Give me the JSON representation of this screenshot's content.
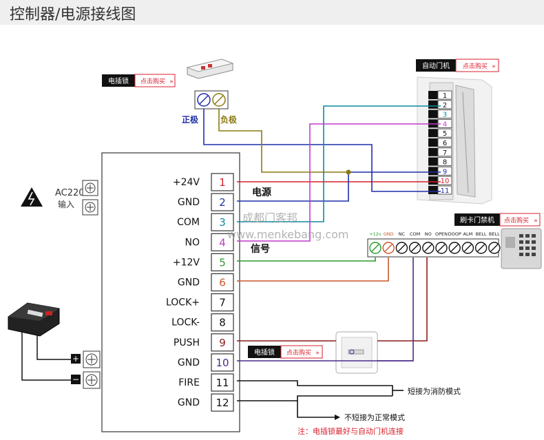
{
  "page": {
    "title": "控制器/电源接线图"
  },
  "badges": {
    "lock_top": {
      "name": "电插锁",
      "buy": "点击购买"
    },
    "door_opener": {
      "name": "自动门机",
      "buy": "点击购买"
    },
    "card_reader": {
      "name": "刷卡门禁机",
      "buy": "点击购买"
    },
    "lock_bottom": {
      "name": "电插锁",
      "buy": "点击购买"
    }
  },
  "lock": {
    "positive": "正极",
    "negative": "负极"
  },
  "power_input": {
    "label_line1": "AC220v",
    "label_line2": "输入",
    "plus": "+",
    "minus": "−"
  },
  "controller": {
    "terminals": [
      {
        "label": "+24V",
        "num": "1",
        "color": "#d81e2b"
      },
      {
        "label": "GND",
        "num": "2",
        "color": "#1f2fa8"
      },
      {
        "label": "COM",
        "num": "3",
        "color": "#0b8a9e"
      },
      {
        "label": "NO",
        "num": "4",
        "color": "#c23ac9"
      },
      {
        "label": "+12V",
        "num": "5",
        "color": "#2a9a2a"
      },
      {
        "label": "GND",
        "num": "6",
        "color": "#c9552a"
      },
      {
        "label": "LOCK+",
        "num": "7",
        "color": "#111111"
      },
      {
        "label": "LOCK-",
        "num": "8",
        "color": "#111111"
      },
      {
        "label": "PUSH",
        "num": "9",
        "color": "#8a1a1a"
      },
      {
        "label": "GND",
        "num": "10",
        "color": "#4a2a8a"
      },
      {
        "label": "FIRE",
        "num": "11",
        "color": "#111111"
      },
      {
        "label": "GND",
        "num": "12",
        "color": "#111111"
      }
    ]
  },
  "labels": {
    "power": "电源",
    "signal": "信号",
    "fire_short": "短接为消防模式",
    "normal": "不短接为正常模式",
    "note": "注：电插锁最好与自动门机连接"
  },
  "watermark": {
    "line1": "成都门客邦",
    "line2": "www.menkebang.com"
  },
  "door_opener": {
    "terminals": [
      "1",
      "2",
      "3",
      "4",
      "5",
      "6",
      "7",
      "8",
      "9",
      "10",
      "11"
    ],
    "colors": [
      "#111",
      "#111",
      "#0b8a9e",
      "#c23ac9",
      "#111",
      "#111",
      "#111",
      "#111",
      "#1f2fa8",
      "#d81e2b",
      "#1f2fa8"
    ]
  },
  "card_reader": {
    "terminals": [
      {
        "label": "+12v",
        "color": "#2a9a2a"
      },
      {
        "label": "GND",
        "color": "#c9552a"
      },
      {
        "label": "NC",
        "color": "#111"
      },
      {
        "label": "COM",
        "color": "#111"
      },
      {
        "label": "NO",
        "color": "#111"
      },
      {
        "label": "OPEN",
        "color": "#111"
      },
      {
        "label": "DOOP",
        "color": "#111"
      },
      {
        "label": "ALM",
        "color": "#111"
      },
      {
        "label": "BELL",
        "color": "#111"
      },
      {
        "label": "BELL",
        "color": "#111"
      }
    ]
  },
  "colors": {
    "red": "#d81e2b",
    "blue": "#1f2fa8",
    "teal": "#0b8a9e",
    "magenta": "#c23ac9",
    "green": "#2a9a2a",
    "orange": "#c9552a",
    "olive": "#8a7a10",
    "darkred": "#8a1a1a",
    "purple": "#4a2a8a"
  }
}
